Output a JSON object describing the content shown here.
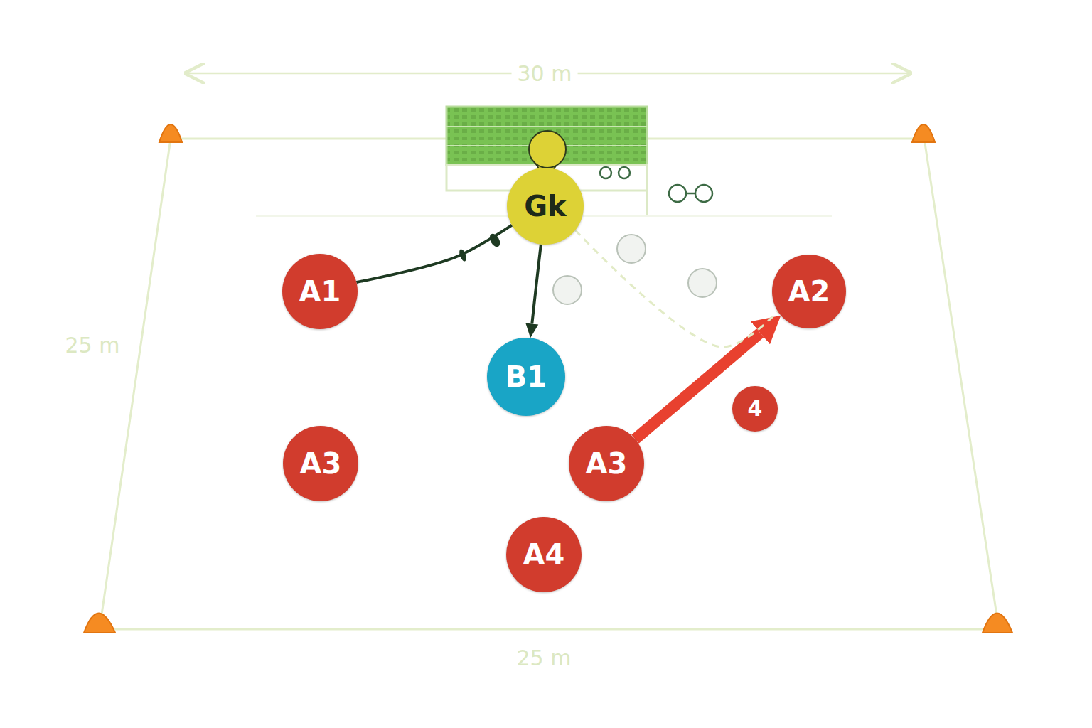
{
  "diagram": {
    "nodes": [
      {
        "text": [
          "Gk"
        ]
      },
      {
        "text": [
          "A1"
        ]
      },
      {
        "text": [
          "A2"
        ]
      },
      {
        "text": [
          "B1"
        ]
      },
      {
        "text": [
          "4"
        ]
      },
      {
        "text": [
          "A3"
        ]
      },
      {
        "text": [
          "A3"
        ]
      },
      {
        "text": [
          "A4"
        ]
      }
    ],
    "edges": [
      {
        "from": 1,
        "to": 0,
        "arrow": "none"
      },
      {
        "from": 0,
        "to": 3,
        "arrow": "to"
      },
      {
        "from": 6,
        "to": 2,
        "arrow": "to"
      },
      {
        "from": 0,
        "to": 2,
        "arrow": "none"
      }
    ],
    "labels": [
      "30 m",
      "25 m",
      "25 m"
    ]
  }
}
